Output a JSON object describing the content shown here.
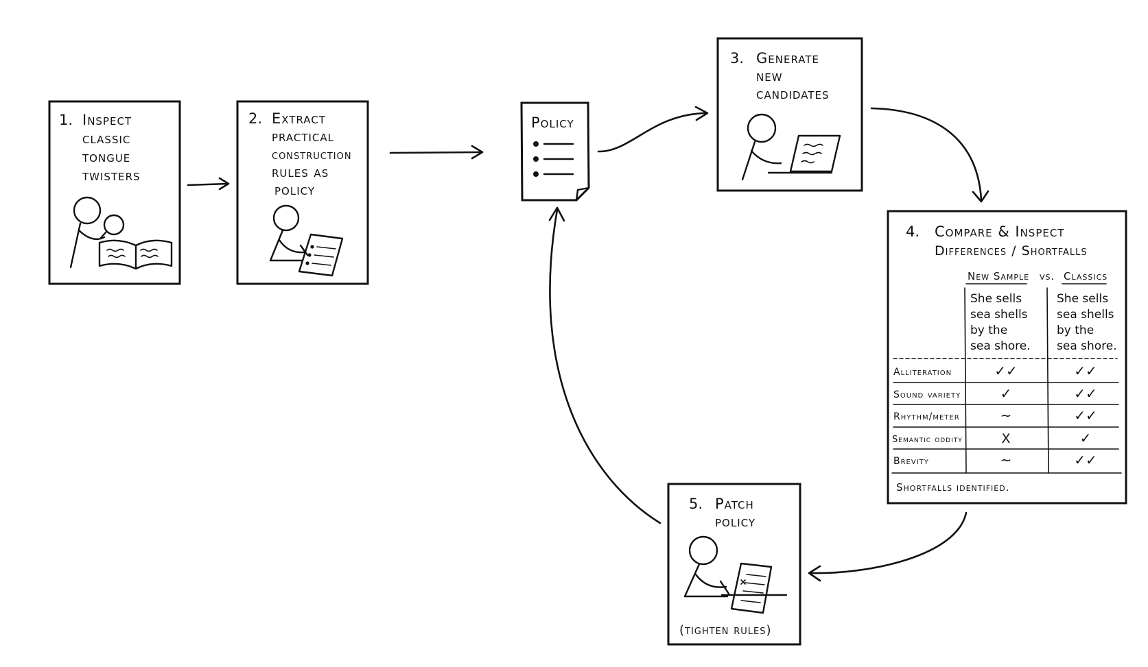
{
  "step1": {
    "number": "1.",
    "lines": [
      "Inspect",
      "classic",
      "tongue",
      "twisters"
    ]
  },
  "step2": {
    "number": "2.",
    "lines": [
      "Extract",
      "practical",
      "construction",
      "rules as",
      "policy"
    ]
  },
  "policy": {
    "title": "Policy"
  },
  "step3": {
    "number": "3.",
    "lines": [
      "Generate",
      "new",
      "candidates"
    ]
  },
  "step4": {
    "number": "4.",
    "lines": [
      "Compare & Inspect",
      "Differences / Shortfalls"
    ],
    "col_new": "New Sample",
    "vs": "vs.",
    "col_classics": "Classics",
    "sample_new": [
      "She sells",
      "sea shells",
      "by the",
      "sea shore."
    ],
    "sample_classic": [
      "She sells",
      "sea shells",
      "by the",
      "sea shore."
    ],
    "rows": [
      {
        "label": "Alliteration",
        "new": "✓✓",
        "classic": "✓✓"
      },
      {
        "label": "Sound variety",
        "new": "✓",
        "classic": "✓✓"
      },
      {
        "label": "Rhythm/meter",
        "new": "~",
        "classic": "✓✓"
      },
      {
        "label": "Semantic oddity",
        "new": "X",
        "classic": "✓"
      },
      {
        "label": "Brevity",
        "new": "~",
        "classic": "✓✓"
      }
    ],
    "footer": "Shortfalls identified."
  },
  "step5": {
    "number": "5.",
    "lines": [
      "Patch",
      "policy"
    ],
    "note": "(tighten rules)"
  }
}
